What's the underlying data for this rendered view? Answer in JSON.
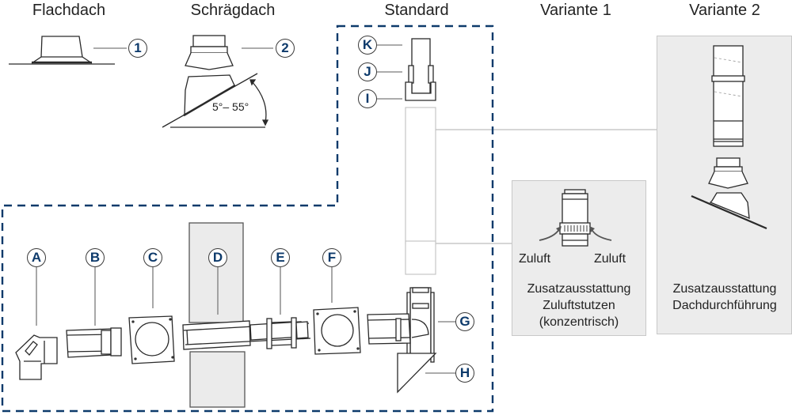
{
  "headings": {
    "flachdach": "Flachdach",
    "schraegdach": "Schrägdach",
    "standard": "Standard",
    "variante1": "Variante 1",
    "variante2": "Variante 2"
  },
  "roof_parts": [
    {
      "label": "1",
      "name": "Flachdach roof flashing"
    },
    {
      "label": "2",
      "name": "Schrägdach roof flashing"
    }
  ],
  "angle_range": "5°– 55°",
  "standard_parts": {
    "vertical": [
      "K",
      "J",
      "I"
    ],
    "horizontal": [
      "A",
      "B",
      "C",
      "D",
      "E",
      "F"
    ],
    "side": [
      "G",
      "H"
    ]
  },
  "variante1": {
    "airflow_left": "Zuluft",
    "airflow_right": "Zuluft",
    "caption_line1": "Zusatzausstattung",
    "caption_line2": "Zuluftstutzen",
    "caption_line3": "(konzentrisch)"
  },
  "variante2": {
    "caption_line1": "Zusatzausstattung",
    "caption_line2": "Dachdurchführung"
  },
  "colors": {
    "accent_dashed": "#0d3a6b",
    "panel_bg": "#ececec",
    "wall_bg": "#e8e8e8",
    "line": "#2a2a2a"
  }
}
